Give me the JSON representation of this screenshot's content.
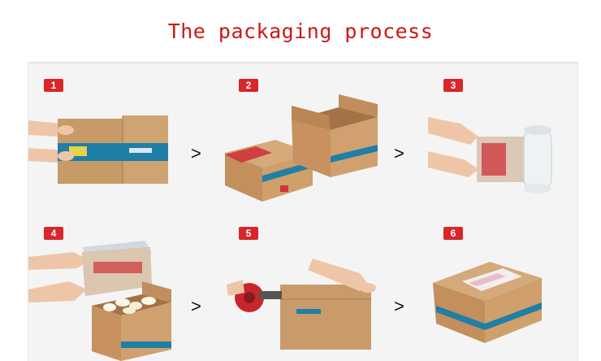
{
  "title": "The packaging process",
  "arrow_glyph": ">",
  "steps": [
    {
      "number": "1"
    },
    {
      "number": "2"
    },
    {
      "number": "3"
    },
    {
      "number": "4"
    },
    {
      "number": "5"
    },
    {
      "number": "6"
    }
  ],
  "colors": {
    "title": "#cc1818",
    "badge": "#d8262a",
    "cardboard": "#c89a6a",
    "box_stripe": "#1f7fa6",
    "red_tape": "#d0333a"
  }
}
